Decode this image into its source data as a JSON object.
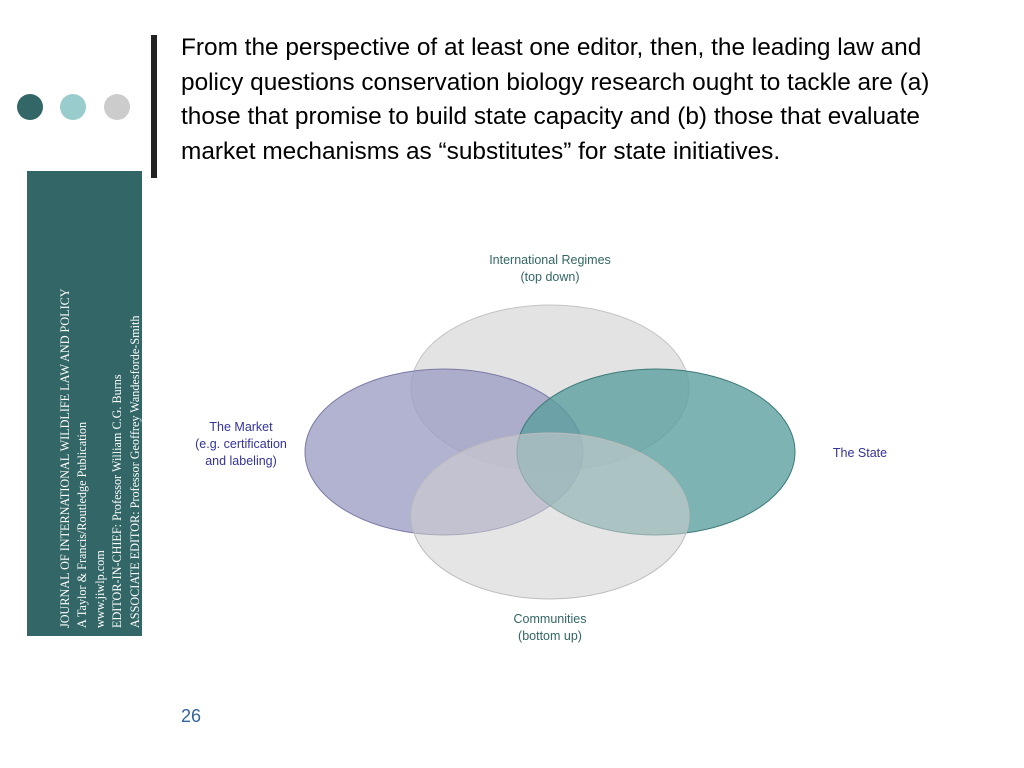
{
  "decoration": {
    "dot_colors": [
      "#336666",
      "#99cccc",
      "#cccccc"
    ],
    "sidebar_color": "#336666"
  },
  "sidebar": {
    "lines": [
      "JOURNAL OF INTERNATIONAL WILDLIFE LAW AND POLICY",
      "A Taylor & Francis/Routledge Publication",
      "www.jiwlp.com",
      "EDITOR-IN-CHIEF: Professor William C.G. Burns",
      "ASSOCIATE EDITOR: Professor Geoffrey Wandesforde-Smith"
    ]
  },
  "slide": {
    "body": "From the perspective of at least one editor, then, the leading law and policy questions conservation biology research ought to tackle are (a) those that promise to build state capacity and (b) those that evaluate market mechanisms as “substitutes” for state initiatives.",
    "page_number": "26"
  },
  "diagram": {
    "top": {
      "line1": "International Regimes",
      "line2": "(top down)",
      "color": "#336666"
    },
    "bottom": {
      "line1": "Communities",
      "line2": "(bottom up)",
      "color": "#336666"
    },
    "left": {
      "line1": "The Market",
      "line2": "(e.g. certification",
      "line3": "and labeling)",
      "color": "#333399"
    },
    "right": {
      "line1": "The State",
      "color": "#333399"
    },
    "fills": {
      "top": "#dcdcdc",
      "bottom": "#d0d0d0",
      "market": "#9c9cc4",
      "state": "#5a9e9e"
    }
  }
}
